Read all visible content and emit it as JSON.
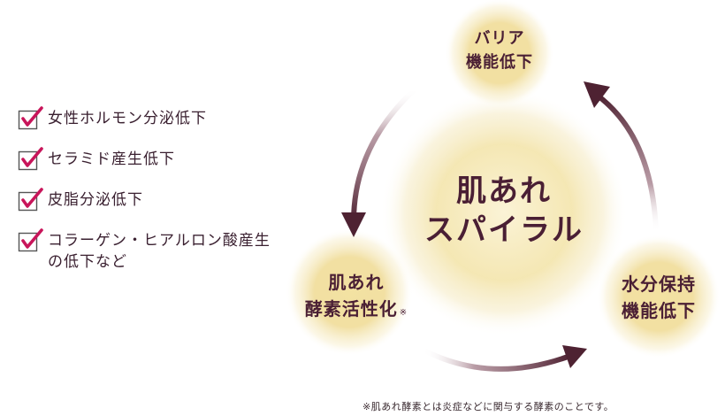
{
  "checklist": [
    {
      "text": "女性ホルモン分泌低下"
    },
    {
      "text": "セラミド産生低下"
    },
    {
      "text": "皮脂分泌低下"
    },
    {
      "text": "コラーゲン・ヒアルロン酸産生の低下など"
    }
  ],
  "diagram": {
    "center": {
      "line1": "肌あれ",
      "line2": "スパイラル"
    },
    "nodes": {
      "top": {
        "line1": "バリア",
        "line2": "機能低下"
      },
      "right": {
        "line1": "水分保持",
        "line2": "機能低下"
      },
      "left": {
        "line1": "肌あれ",
        "line2": "酵素活性化",
        "mark": "※"
      }
    }
  },
  "footnote": "※肌あれ酵素とは炎症などに関与する酵素のことです。",
  "colors": {
    "accent": "#c8155a",
    "arrow": "#5a2a3a",
    "text": "#4a1f34",
    "glow": "#f3e7b8"
  }
}
